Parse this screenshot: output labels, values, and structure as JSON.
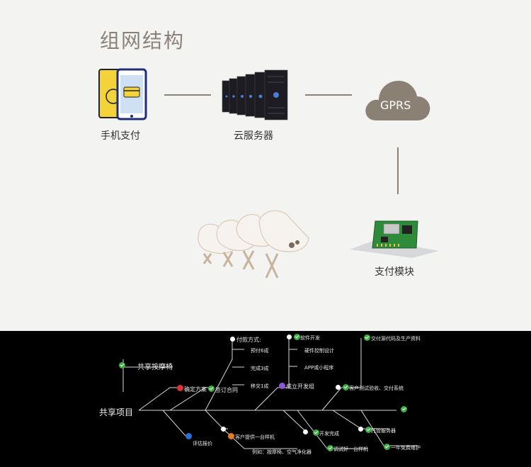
{
  "title": "组网结构",
  "nodes": {
    "phone": "手机支付",
    "server": "云服务器",
    "cloud": "GPRS",
    "module": "支付模块"
  },
  "colors": {
    "line": "#8a8073",
    "cloud": "#8a8073",
    "title": "#8a8278",
    "check": "#3cb043"
  },
  "project": {
    "root": "共享项目",
    "chair": "共享按摩椅",
    "confirm": "确定方案",
    "contract": "签订合同",
    "payment": "付款方式:",
    "pay1": "预付6成",
    "pay2": "完成3成",
    "pay3": "移交1成",
    "team": "成立开发组",
    "software": "软件开发",
    "hardware": "硬件控制设计",
    "app": "APP或小程序",
    "source": "交付源代码及生产资料",
    "acceptance": "客户测试验收、交付系统",
    "quote": "评估报价",
    "sample": "客户提供一台样机",
    "example": "例如：按摩椅、空气净化器",
    "devdone": "开发完成",
    "debug": "调试好一台样机",
    "service": "托管服务器",
    "warranty": "一年免费维护"
  }
}
